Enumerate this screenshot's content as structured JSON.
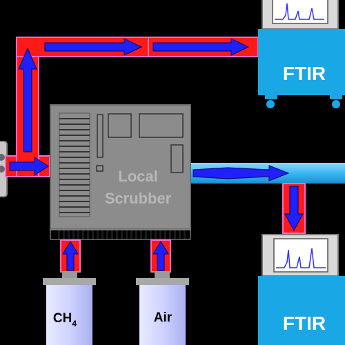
{
  "labels": {
    "scrubber_line1": "Local",
    "scrubber_line2": "Scrubber",
    "ftir_top": "FTIR",
    "ftir_bottom": "FTIR",
    "tank_ch4_main": "CH",
    "tank_ch4_sub": "4",
    "tank_air": "Air"
  },
  "colors": {
    "pipe_red": "#ff1a1a",
    "pipe_red_border": "#ff66cc",
    "arrow_blue": "#2020ff",
    "arrow_blue_dark": "#000066",
    "pipe_cyan": "#3ab7f2",
    "scrubber_gray": "#8c8c8c",
    "ftir_cyan": "#1aa7e6",
    "tank_lavender": "#cfd3ff",
    "spectrum_line": "#3030ff"
  }
}
